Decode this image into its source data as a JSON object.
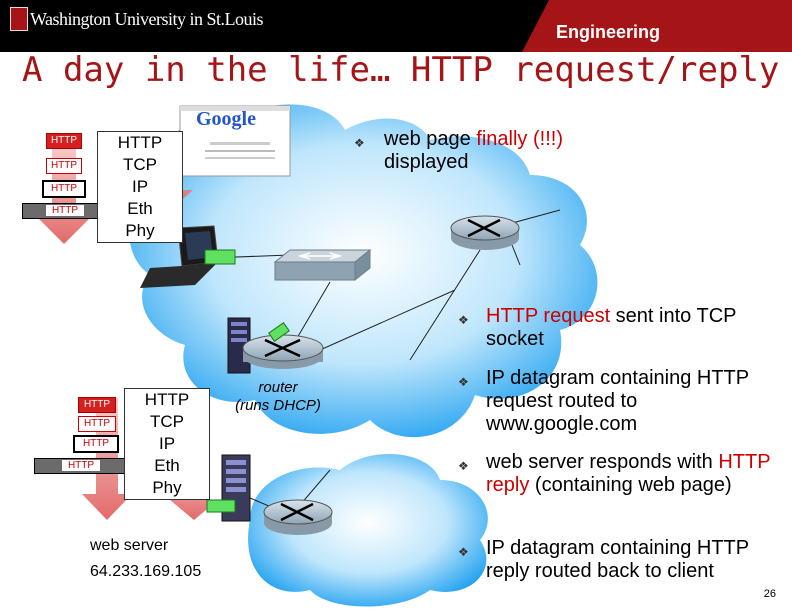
{
  "header": {
    "university": "Washington University in St.Louis",
    "school": "Engineering"
  },
  "title": "A day in the life… HTTP request/reply",
  "client_stack": {
    "layers": [
      "HTTP",
      "TCP",
      "IP",
      "Eth",
      "Phy"
    ],
    "encap_chips": [
      "HTTP",
      "HTTP",
      "HTTP",
      "HTTP"
    ]
  },
  "server_stack": {
    "layers": [
      "HTTP",
      "TCP",
      "IP",
      "Eth",
      "Phy"
    ],
    "encap_chips": [
      "HTTP",
      "HTTP",
      "HTTP",
      "HTTP"
    ]
  },
  "browser": {
    "logo": "Google"
  },
  "router_label": {
    "line1": "router",
    "line2": "(runs DHCP)"
  },
  "web_server": {
    "label": "web server",
    "ip": "64.233.169.105"
  },
  "bullets": {
    "top": {
      "before": "web page ",
      "highlight": "finally (!!!)",
      "after": " displayed"
    },
    "b1": {
      "highlight": "HTTP request",
      "after": " sent into TCP socket"
    },
    "b2": {
      "text": "IP datagram containing HTTP request routed to www.google.com"
    },
    "b3": {
      "before": "web server responds with ",
      "highlight": "HTTP reply",
      "after": " (containing web page)"
    },
    "b4": {
      "text": "IP datagram containing HTTP reply routed back to client"
    }
  },
  "page_number": "26",
  "colors": {
    "brand_red": "#a51417",
    "cloud_blue": "#1ea0f0",
    "highlight_red": "#cc0000"
  }
}
